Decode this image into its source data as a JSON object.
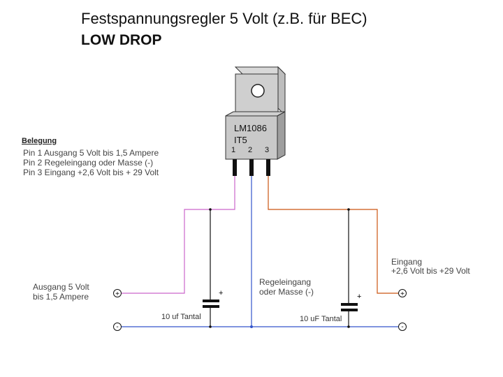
{
  "title": "Festspannungsregler 5 Volt (z.B. für BEC)",
  "subtitle": "LOW DROP",
  "legend": {
    "heading": "Belegung",
    "pins": [
      "Pin 1 Ausgang 5 Volt bis 1,5 Ampere",
      "Pin 2 Regeleingang oder Masse (-)",
      "Pin 3 Eingang +2,6 Volt bis + 29 Volt"
    ]
  },
  "chip": {
    "name_line1": "LM1086",
    "name_line2": "IT5",
    "pin_numbers": [
      "1",
      "2",
      "3"
    ]
  },
  "labels": {
    "output_line1": "Ausgang 5 Volt",
    "output_line2": "bis 1,5 Ampere",
    "input_line1": "Eingang",
    "input_line2": "+2,6 Volt bis +29 Volt",
    "ground_line1": "Regeleingang",
    "ground_line2": "oder Masse (-)",
    "cap_left": "10 uf Tantal",
    "cap_right": "10 uF Tantal",
    "plus": "+",
    "minus": "-"
  },
  "colors": {
    "pin1_wire": "#cc66cc",
    "pin2_wire": "#3355cc",
    "pin3_wire": "#cc5511",
    "ground_wire": "#3355cc",
    "cap_wire": "#111111"
  }
}
